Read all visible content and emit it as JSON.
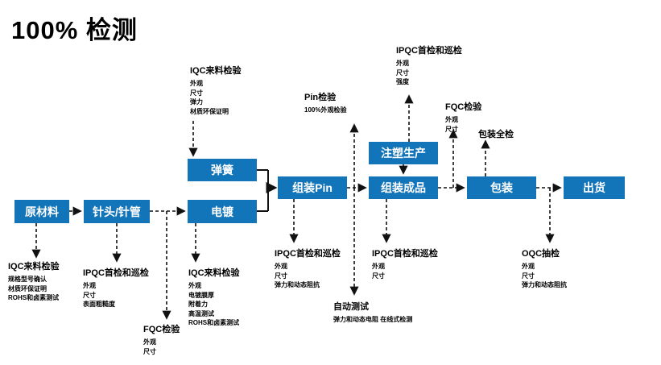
{
  "title": "100% 检测",
  "colors": {
    "box_blue": "#1274b9",
    "line": "#111111"
  },
  "boxes": [
    {
      "id": "raw",
      "label": "原材料"
    },
    {
      "id": "needle",
      "label": "针头/针管"
    },
    {
      "id": "spring",
      "label": "弹簧"
    },
    {
      "id": "plating",
      "label": "电镀"
    },
    {
      "id": "assemble_pin",
      "label": "组装Pin"
    },
    {
      "id": "injection",
      "label": "注塑生产"
    },
    {
      "id": "assemble_final",
      "label": "组装成品"
    },
    {
      "id": "packing",
      "label": "包装"
    },
    {
      "id": "shipping",
      "label": "出货"
    }
  ],
  "annotations": [
    {
      "id": "iqc_spring",
      "title": "IQC来料检验",
      "lines": [
        "外观",
        "尺寸",
        "弹力",
        "材质环保证明"
      ]
    },
    {
      "id": "pin_check",
      "title": "Pin检验",
      "lines": [
        "100%外观检验"
      ]
    },
    {
      "id": "ipqc_injection",
      "title": "IPQC首检和巡检",
      "lines": [
        "外观",
        "尺寸",
        "强度"
      ]
    },
    {
      "id": "fqc_top",
      "title": "FQC检验",
      "lines": [
        "外观",
        "尺寸"
      ]
    },
    {
      "id": "pack_full",
      "title": "包装全检",
      "lines": []
    },
    {
      "id": "iqc_raw",
      "title": "IQC来料检验",
      "lines": [
        "规格型号确认",
        "材质环保证明",
        "ROHS和卤素测试"
      ]
    },
    {
      "id": "ipqc_needle",
      "title": "IPQC首检和巡检",
      "lines": [
        "外观",
        "尺寸",
        "表面粗糙度"
      ]
    },
    {
      "id": "iqc_plating",
      "title": "IQC来料检验",
      "lines": [
        "外观",
        "电镀膜厚",
        "附着力",
        "高温测试",
        "ROHS和卤素测试"
      ]
    },
    {
      "id": "fqc_bottom",
      "title": "FQC检验",
      "lines": [
        "外观",
        "尺寸"
      ]
    },
    {
      "id": "ipqc_pin",
      "title": "IPQC首检和巡检",
      "lines": [
        "外观",
        "尺寸",
        "弹力和动态阻抗"
      ]
    },
    {
      "id": "auto_test",
      "title": "自动测试",
      "lines": [
        "弹力和动态电阻 在线式检测"
      ]
    },
    {
      "id": "ipqc_final",
      "title": "IPQC首检和巡检",
      "lines": [
        "外观",
        "尺寸"
      ]
    },
    {
      "id": "oqc",
      "title": "OQC抽检",
      "lines": [
        "外观",
        "尺寸",
        "弹力和动态阻抗"
      ]
    }
  ]
}
